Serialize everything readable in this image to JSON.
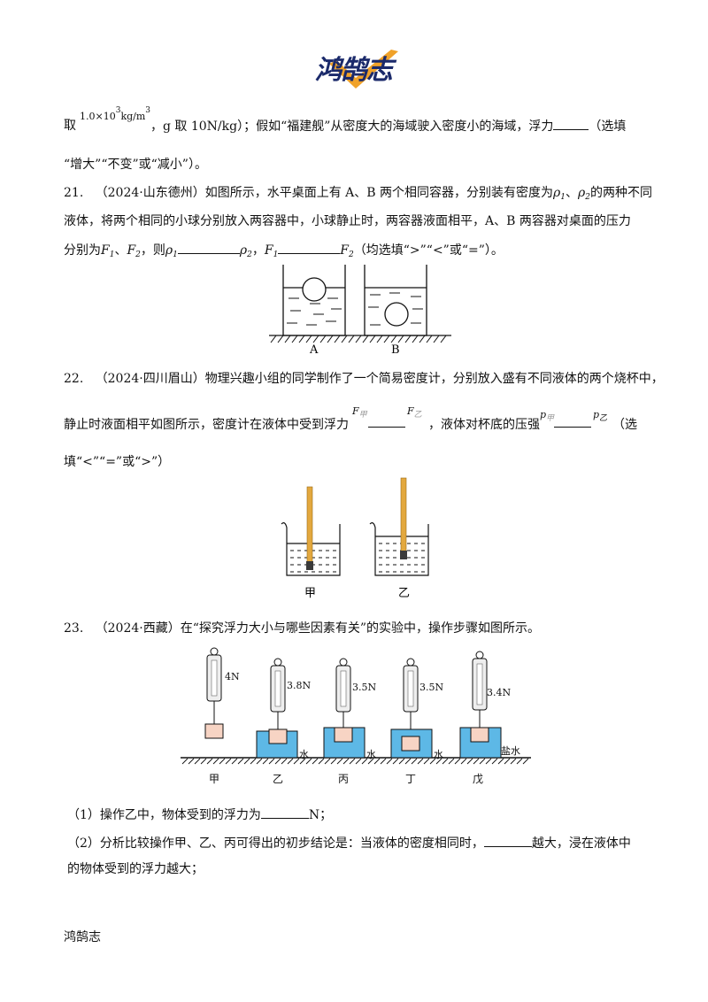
{
  "logo": {
    "text": "鸿鹄志"
  },
  "q20_tail": {
    "prefix": "取",
    "density_value": "1.0×10",
    "density_exp": "3",
    "density_unit": "kg/m",
    "density_unit_exp": "3",
    "g_part": "，g 取 10N/kg）；假如“福建舰”从密度大的海域驶入密度小的海域，浮力",
    "option_suffix": "（选填",
    "line2": "“增大”“不变”或“减小”）。"
  },
  "q21": {
    "number": "21.",
    "source": "（2024·山东德州）",
    "line1_rest": "如图所示，水平桌面上有 A、B 两个相同容器，分别装有密度为",
    "rho1": "ρ",
    "rho1_sub": "1",
    "sep": "、",
    "rho2": "ρ",
    "rho2_sub": "2",
    "line1_end": "的两种不同",
    "line2": "液体，将两个相同的小球分别放入两容器中，小球静止时，两容器液面相平，A、B 两容器对桌面的压力",
    "line3_a": "分别为",
    "F1": "F",
    "F1_sub": "1",
    "comma": "、",
    "F2": "F",
    "F2_sub": "2",
    "line3_b": "，则",
    "line3_c": "，",
    "line3_d": "（均选填“>”“<”或“=”）。",
    "label_A": "A",
    "label_B": "B"
  },
  "q22": {
    "number": "22.",
    "source": "（2024·四川眉山）",
    "line1_rest": "物理兴趣小组的同学制作了一个简易密度计，分别放入盛有不同液体的两个烧杯中，",
    "line2_a": "静止时液面相平如图所示，密度计在液体中受到浮力",
    "F_jia": "F",
    "F_jia_sub": "甲",
    "F_yi": "F",
    "F_yi_sub": "乙",
    "line2_b": "，液体对杯底的压强",
    "p_jia": "p",
    "p_jia_sub": "甲",
    "p_yi": "p",
    "p_yi_sub": "乙",
    "line2_c": "（选",
    "line3": "填“<”“=”或“>”）",
    "label_jia": "甲",
    "label_yi": "乙"
  },
  "q23": {
    "number": "23.",
    "source": "（2024·西藏）",
    "line1_rest": "在“探究浮力大小与哪些因素有关”的实验中，操作步骤如图所示。",
    "readings": [
      "4N",
      "3.8N",
      "3.5N",
      "3.5N",
      "3.4N"
    ],
    "liquids": [
      "水",
      "水",
      "水",
      "盐水"
    ],
    "step_labels": [
      "甲",
      "乙",
      "丙",
      "丁",
      "戊"
    ],
    "sub1_a": "（1）操作乙中，物体受到的浮力为",
    "sub1_b": "N；",
    "sub2_a": "（2）分析比较操作甲、乙、丙可得出的初步结论是：当液体的密度相同时，",
    "sub2_b": "越大，浸在液体中",
    "sub2_line2": "的物体受到的浮力越大；"
  },
  "footer": {
    "text": "鸿鹄志"
  },
  "colors": {
    "logo_blue": "#1b2a6b",
    "logo_orange": "#f0a22a",
    "water": "#5db8e6",
    "block": "#f7d4c4",
    "rod": "#e3a83e"
  }
}
